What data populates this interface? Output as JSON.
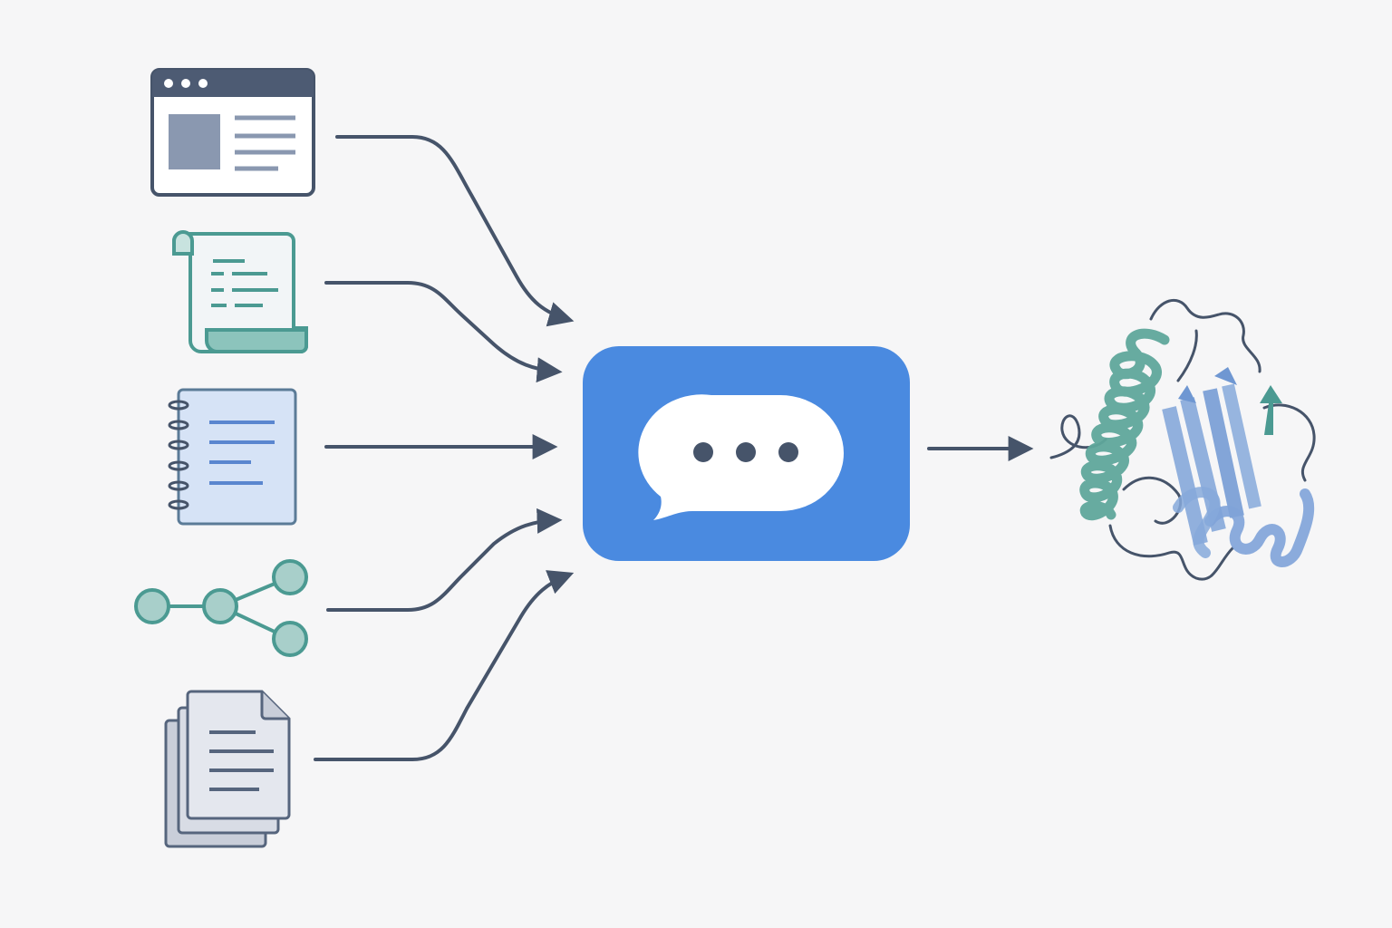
{
  "diagram": {
    "sources": [
      {
        "id": "web-page",
        "icon": "browser-window-icon"
      },
      {
        "id": "scroll",
        "icon": "scroll-document-icon"
      },
      {
        "id": "notebook",
        "icon": "notebook-icon"
      },
      {
        "id": "graph",
        "icon": "knowledge-graph-icon"
      },
      {
        "id": "documents",
        "icon": "stacked-documents-icon"
      }
    ],
    "hub": {
      "icon": "chat-bubble-icon",
      "color": "#4a8ae0"
    },
    "output": {
      "icon": "protein-structure-icon"
    },
    "colors": {
      "arrow": "#46546a",
      "teal": "#4b9a92",
      "teal_light": "#c8e3df",
      "blue_light": "#d6e3f6",
      "blue_lines": "#5a86cf",
      "slate": "#56657d",
      "gray_doc": "#e4e7ee"
    }
  }
}
